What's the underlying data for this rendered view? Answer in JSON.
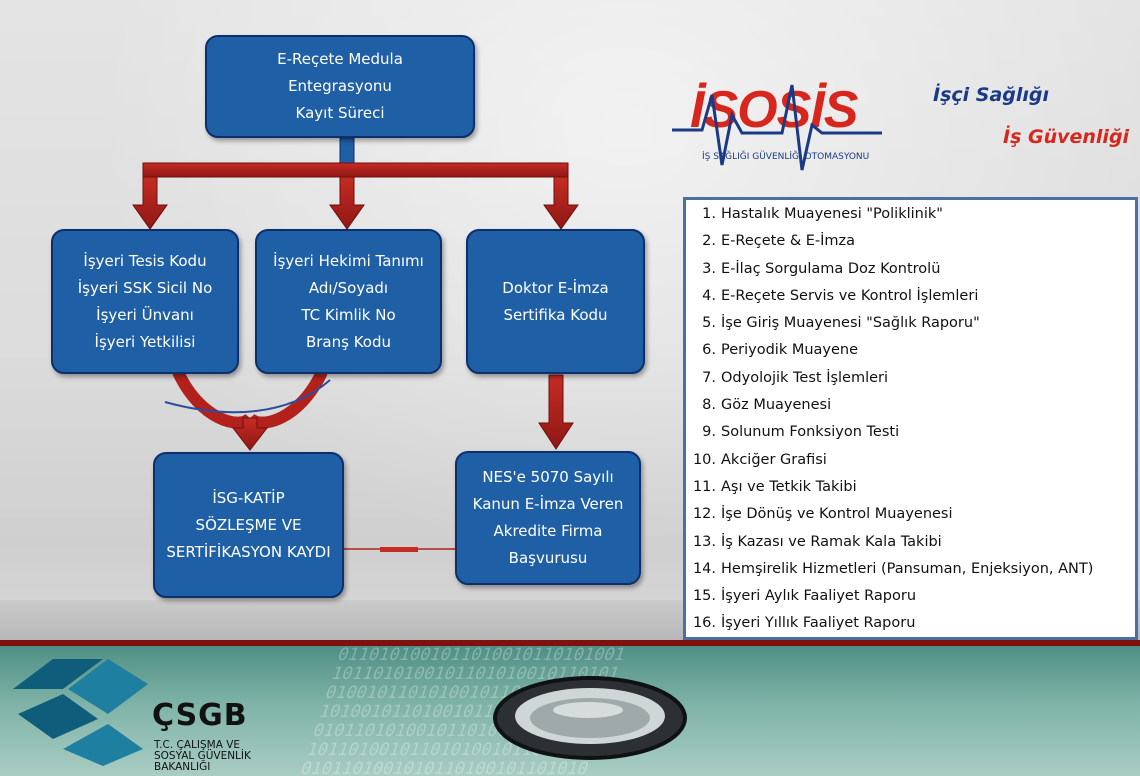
{
  "flow": {
    "top_box": [
      "E-Reçete Medula",
      "Entegrasyonu",
      "Kayıt Süreci"
    ],
    "box_isyeri": [
      "İşyeri Tesis Kodu",
      "İşyeri SSK Sicil No",
      "İşyeri Ünvanı",
      "İşyeri Yetkilisi"
    ],
    "box_hekim": [
      "İşyeri Hekimi Tanımı",
      "Adı/Soyadı",
      "TC Kimlik No",
      "Branş Kodu"
    ],
    "box_doktor": [
      "Doktor E-İmza",
      "Sertifika Kodu"
    ],
    "box_isgkatip": [
      "İSG-KATİP",
      "SÖZLEŞME VE",
      "SERTİFİKASYON KAYDI"
    ],
    "box_nes": [
      "NES'e 5070 Sayılı",
      "Kanun E-İmza Veren",
      "Akredite Firma",
      "Başvurusu"
    ]
  },
  "brand": {
    "logo_letters": "İSOSİS",
    "logo_caption": "İŞ SAĞLIĞI GÜVENLİĞİ OTOMASYONU",
    "tagline_1": "İşçi Sağlığı",
    "tagline_2": "İş Güvenliği"
  },
  "features": [
    {
      "num": "1.",
      "label": "Hastalık Muayenesi \"Poliklinik\""
    },
    {
      "num": "2.",
      "label": "E-Reçete & E-İmza"
    },
    {
      "num": "3.",
      "label": "E-İlaç Sorgulama Doz Kontrolü"
    },
    {
      "num": "4.",
      "label": "E-Reçete Servis ve Kontrol İşlemleri"
    },
    {
      "num": "5.",
      "label": "İşe Giriş Muayenesi \"Sağlık Raporu\""
    },
    {
      "num": "6.",
      "label": "Periyodik Muayene"
    },
    {
      "num": "7.",
      "label": "Odyolojik Test İşlemleri"
    },
    {
      "num": "8.",
      "label": "Göz Muayenesi"
    },
    {
      "num": "9.",
      "label": "Solunum Fonksiyon Testi"
    },
    {
      "num": "10.",
      "label": "Akciğer Grafisi"
    },
    {
      "num": "11.",
      "label": "Aşı ve Tetkik Takibi"
    },
    {
      "num": "12.",
      "label": "İşe Dönüş ve Kontrol Muayenesi"
    },
    {
      "num": "13.",
      "label": "İş Kazası ve Ramak Kala Takibi"
    },
    {
      "num": "14.",
      "label": "Hemşirelik Hizmetleri (Pansuman, Enjeksiyon, ANT)"
    },
    {
      "num": "15.",
      "label": "İşyeri Aylık Faaliyet Raporu"
    },
    {
      "num": "16.",
      "label": "İşyeri Yıllık Faaliyet Raporu"
    }
  ],
  "footer": {
    "org_short": "ÇSGB",
    "org_full": [
      "T.C. ÇALIŞMA VE",
      "SOSYAL GÜVENLİK",
      "BAKANLIĞI"
    ]
  },
  "colors": {
    "box_fill": "#1f5fa6",
    "arrow": "#b3211d",
    "logo_blue": "#1a3a85",
    "logo_red": "#d7261e"
  }
}
